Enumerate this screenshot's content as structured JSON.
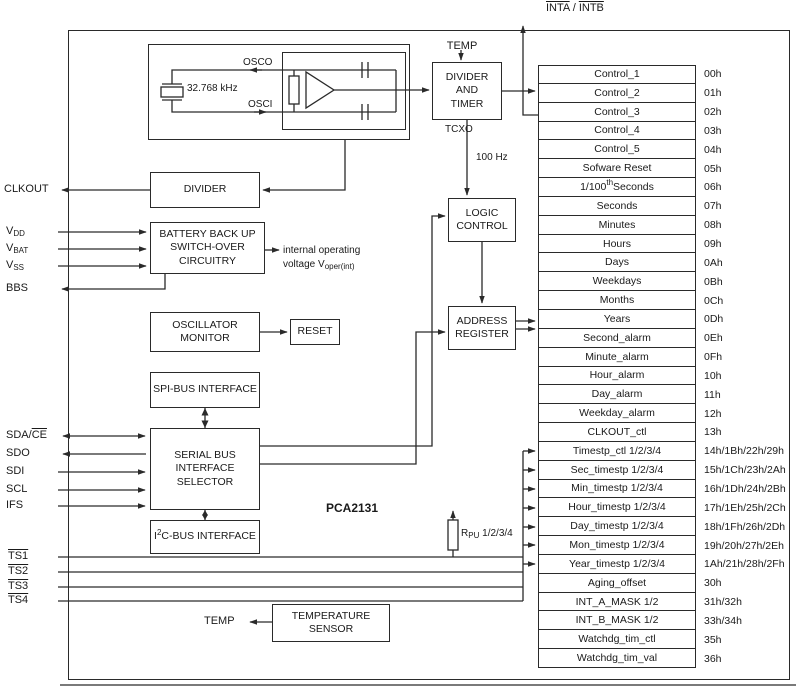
{
  "chip": {
    "name": "PCA2131"
  },
  "top_pins": {
    "inta": "INTA",
    "sep": " / ",
    "intb": "INTB",
    "temp": "TEMP"
  },
  "oscillator": {
    "osco": "OSCO",
    "osci": "OSCI",
    "crystal": "32.768 kHz",
    "tcxo": "TCXO"
  },
  "blocks": {
    "divider_timer": "DIVIDER\nAND\nTIMER",
    "divider": "DIVIDER",
    "battery": "BATTERY BACK UP SWITCH-OVER CIRCUITRY",
    "oscillator_monitor": "OSCILLATOR MONITOR",
    "reset": "RESET",
    "spi": "SPI-BUS INTERFACE",
    "selector": "SERIAL BUS INTERFACE SELECTOR",
    "i2c_pre": "I",
    "i2c_sup": "2",
    "i2c_post": "C-BUS INTERFACE",
    "temperature_sensor": "TEMPERATURE SENSOR",
    "logic_control": "LOGIC CONTROL",
    "address_register": "ADDRESS REGISTER"
  },
  "labels": {
    "hz100": "100 Hz",
    "rpu_pre": "R",
    "rpu_sub": "PU",
    "rpu_post": " 1/2/3/4",
    "note1": "internal operating",
    "note2_pre": "voltage V",
    "note2_sub": "oper(int)",
    "temp_out": "TEMP"
  },
  "pins": {
    "clkout": "CLKOUT",
    "v_pre": "V",
    "vdd_sub": "DD",
    "vbat_sub": "BAT",
    "vss_sub": "SS",
    "bbs": "BBS",
    "sda_pre": "SDA/",
    "sda_ce": "CE",
    "sdo": "SDO",
    "sdi": "SDI",
    "scl": "SCL",
    "ifs": "IFS",
    "ts1": "TS1",
    "ts2": "TS2",
    "ts3": "TS3",
    "ts4": "TS4"
  },
  "registers": [
    {
      "name": "Control_1",
      "addr": "00h"
    },
    {
      "name": "Control_2",
      "addr": "01h"
    },
    {
      "name": "Control_3",
      "addr": "02h"
    },
    {
      "name": "Control_4",
      "addr": "03h"
    },
    {
      "name": "Control_5",
      "addr": "04h"
    },
    {
      "name": "Sofware Reset",
      "addr": "05h"
    },
    {
      "name": {
        "pre": "1/100",
        "sup": "th",
        "post": "Seconds"
      },
      "addr": "06h"
    },
    {
      "name": "Seconds",
      "addr": "07h"
    },
    {
      "name": "Minutes",
      "addr": "08h"
    },
    {
      "name": "Hours",
      "addr": "09h"
    },
    {
      "name": "Days",
      "addr": "0Ah"
    },
    {
      "name": "Weekdays",
      "addr": "0Bh"
    },
    {
      "name": "Months",
      "addr": "0Ch"
    },
    {
      "name": "Years",
      "addr": "0Dh"
    },
    {
      "name": "Second_alarm",
      "addr": "0Eh"
    },
    {
      "name": "Minute_alarm",
      "addr": "0Fh"
    },
    {
      "name": "Hour_alarm",
      "addr": "10h"
    },
    {
      "name": "Day_alarm",
      "addr": "11h"
    },
    {
      "name": "Weekday_alarm",
      "addr": "12h"
    },
    {
      "name": "CLKOUT_ctl",
      "addr": "13h"
    },
    {
      "name": "Timestp_ctl 1/2/3/4",
      "addr": "14h/1Bh/22h/29h"
    },
    {
      "name": "Sec_timestp 1/2/3/4",
      "addr": "15h/1Ch/23h/2Ah"
    },
    {
      "name": "Min_timestp 1/2/3/4",
      "addr": "16h/1Dh/24h/2Bh"
    },
    {
      "name": "Hour_timestp 1/2/3/4",
      "addr": "17h/1Eh/25h/2Ch"
    },
    {
      "name": "Day_timestp 1/2/3/4",
      "addr": "18h/1Fh/26h/2Dh"
    },
    {
      "name": "Mon_timestp 1/2/3/4",
      "addr": "19h/20h/27h/2Eh"
    },
    {
      "name": "Year_timestp 1/2/3/4",
      "addr": "1Ah/21h/28h/2Fh"
    },
    {
      "name": "Aging_offset",
      "addr": "30h"
    },
    {
      "name": "INT_A_MASK 1/2",
      "addr": "31h/32h"
    },
    {
      "name": "INT_B_MASK 1/2",
      "addr": "33h/34h"
    },
    {
      "name": "Watchdg_tim_ctl",
      "addr": "35h"
    },
    {
      "name": "Watchdg_tim_val",
      "addr": "36h"
    }
  ]
}
